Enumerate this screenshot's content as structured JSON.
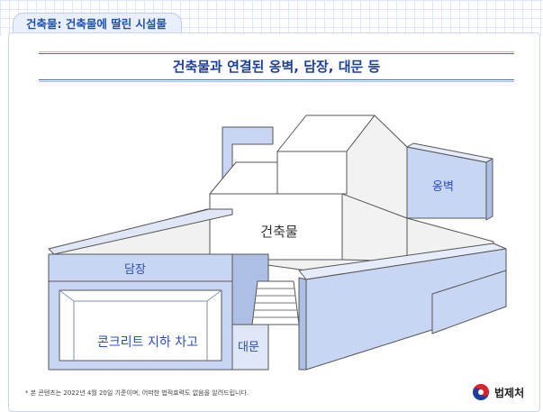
{
  "header": {
    "category_tab": "건축물: 건축물에 딸린 시설물"
  },
  "diagram": {
    "title": "건축물과 연결된 옹벽, 담장, 대문 등",
    "labels": {
      "building": "건축물",
      "retaining_wall": "옹벽",
      "fence": "담장",
      "gate": "대문",
      "garage": "콘크리트 지하 차고"
    }
  },
  "footer": {
    "note": "* 본 콘텐츠는 2022년 4월 20일 기준이며, 어떠한 법적효력도 없음을 알려드립니다.",
    "logo_text": "법제처"
  },
  "colors": {
    "wall_blue": "#c9d6f3",
    "title_blue": "#1d3f9c",
    "label_blue": "#2a4fb8",
    "outline": "#555555"
  }
}
